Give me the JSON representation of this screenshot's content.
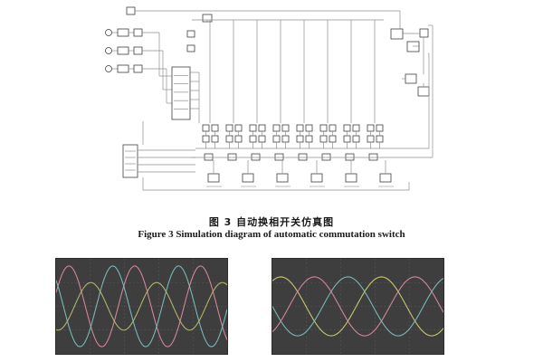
{
  "figure": {
    "caption_zh": "图 3  自动换相开关仿真图",
    "caption_en": "Figure 3  Simulation diagram of automatic commutation switch"
  },
  "diagram": {
    "description": "simulink-model-automatic-commutation-switch",
    "wire_color": "#8f8f8f",
    "block_stroke": "#3f3f3f",
    "block_fill": "#ffffff"
  },
  "chart_data": [
    {
      "type": "line",
      "title": "scope-left-three-phase-waveforms",
      "bg": "#3e3e3e",
      "grid": true,
      "grid_color": "#616161",
      "grid_cols": 5,
      "grid_rows": 4,
      "x_range": [
        0,
        1
      ],
      "y_range": [
        -1,
        1
      ],
      "legend": "none",
      "series": [
        {
          "name": "phase-a",
          "color": "#d98a9e",
          "amplitude": 0.85,
          "cycles": 2.6,
          "phase_deg": 20
        },
        {
          "name": "phase-b",
          "color": "#7bbfbf",
          "amplitude": 0.85,
          "cycles": 2.6,
          "phase_deg": 140
        },
        {
          "name": "phase-c",
          "color": "#b9b972",
          "amplitude": 0.5,
          "cycles": 2.6,
          "phase_deg": 260
        }
      ]
    },
    {
      "type": "line",
      "title": "scope-right-three-phase-waveforms",
      "bg": "#3e3e3e",
      "grid": true,
      "grid_color": "#616161",
      "grid_cols": 5,
      "grid_rows": 4,
      "x_range": [
        0,
        1
      ],
      "y_range": [
        -1,
        1
      ],
      "legend": "none",
      "series": [
        {
          "name": "phase-a",
          "color": "#cfcf74",
          "amplitude": 0.62,
          "cycles": 1.7,
          "phase_deg": 60
        },
        {
          "name": "phase-b",
          "color": "#7bbfbf",
          "amplitude": 0.62,
          "cycles": 1.7,
          "phase_deg": 180
        },
        {
          "name": "phase-c",
          "color": "#d98a9e",
          "amplitude": 0.62,
          "cycles": 1.7,
          "phase_deg": 300
        }
      ]
    }
  ]
}
